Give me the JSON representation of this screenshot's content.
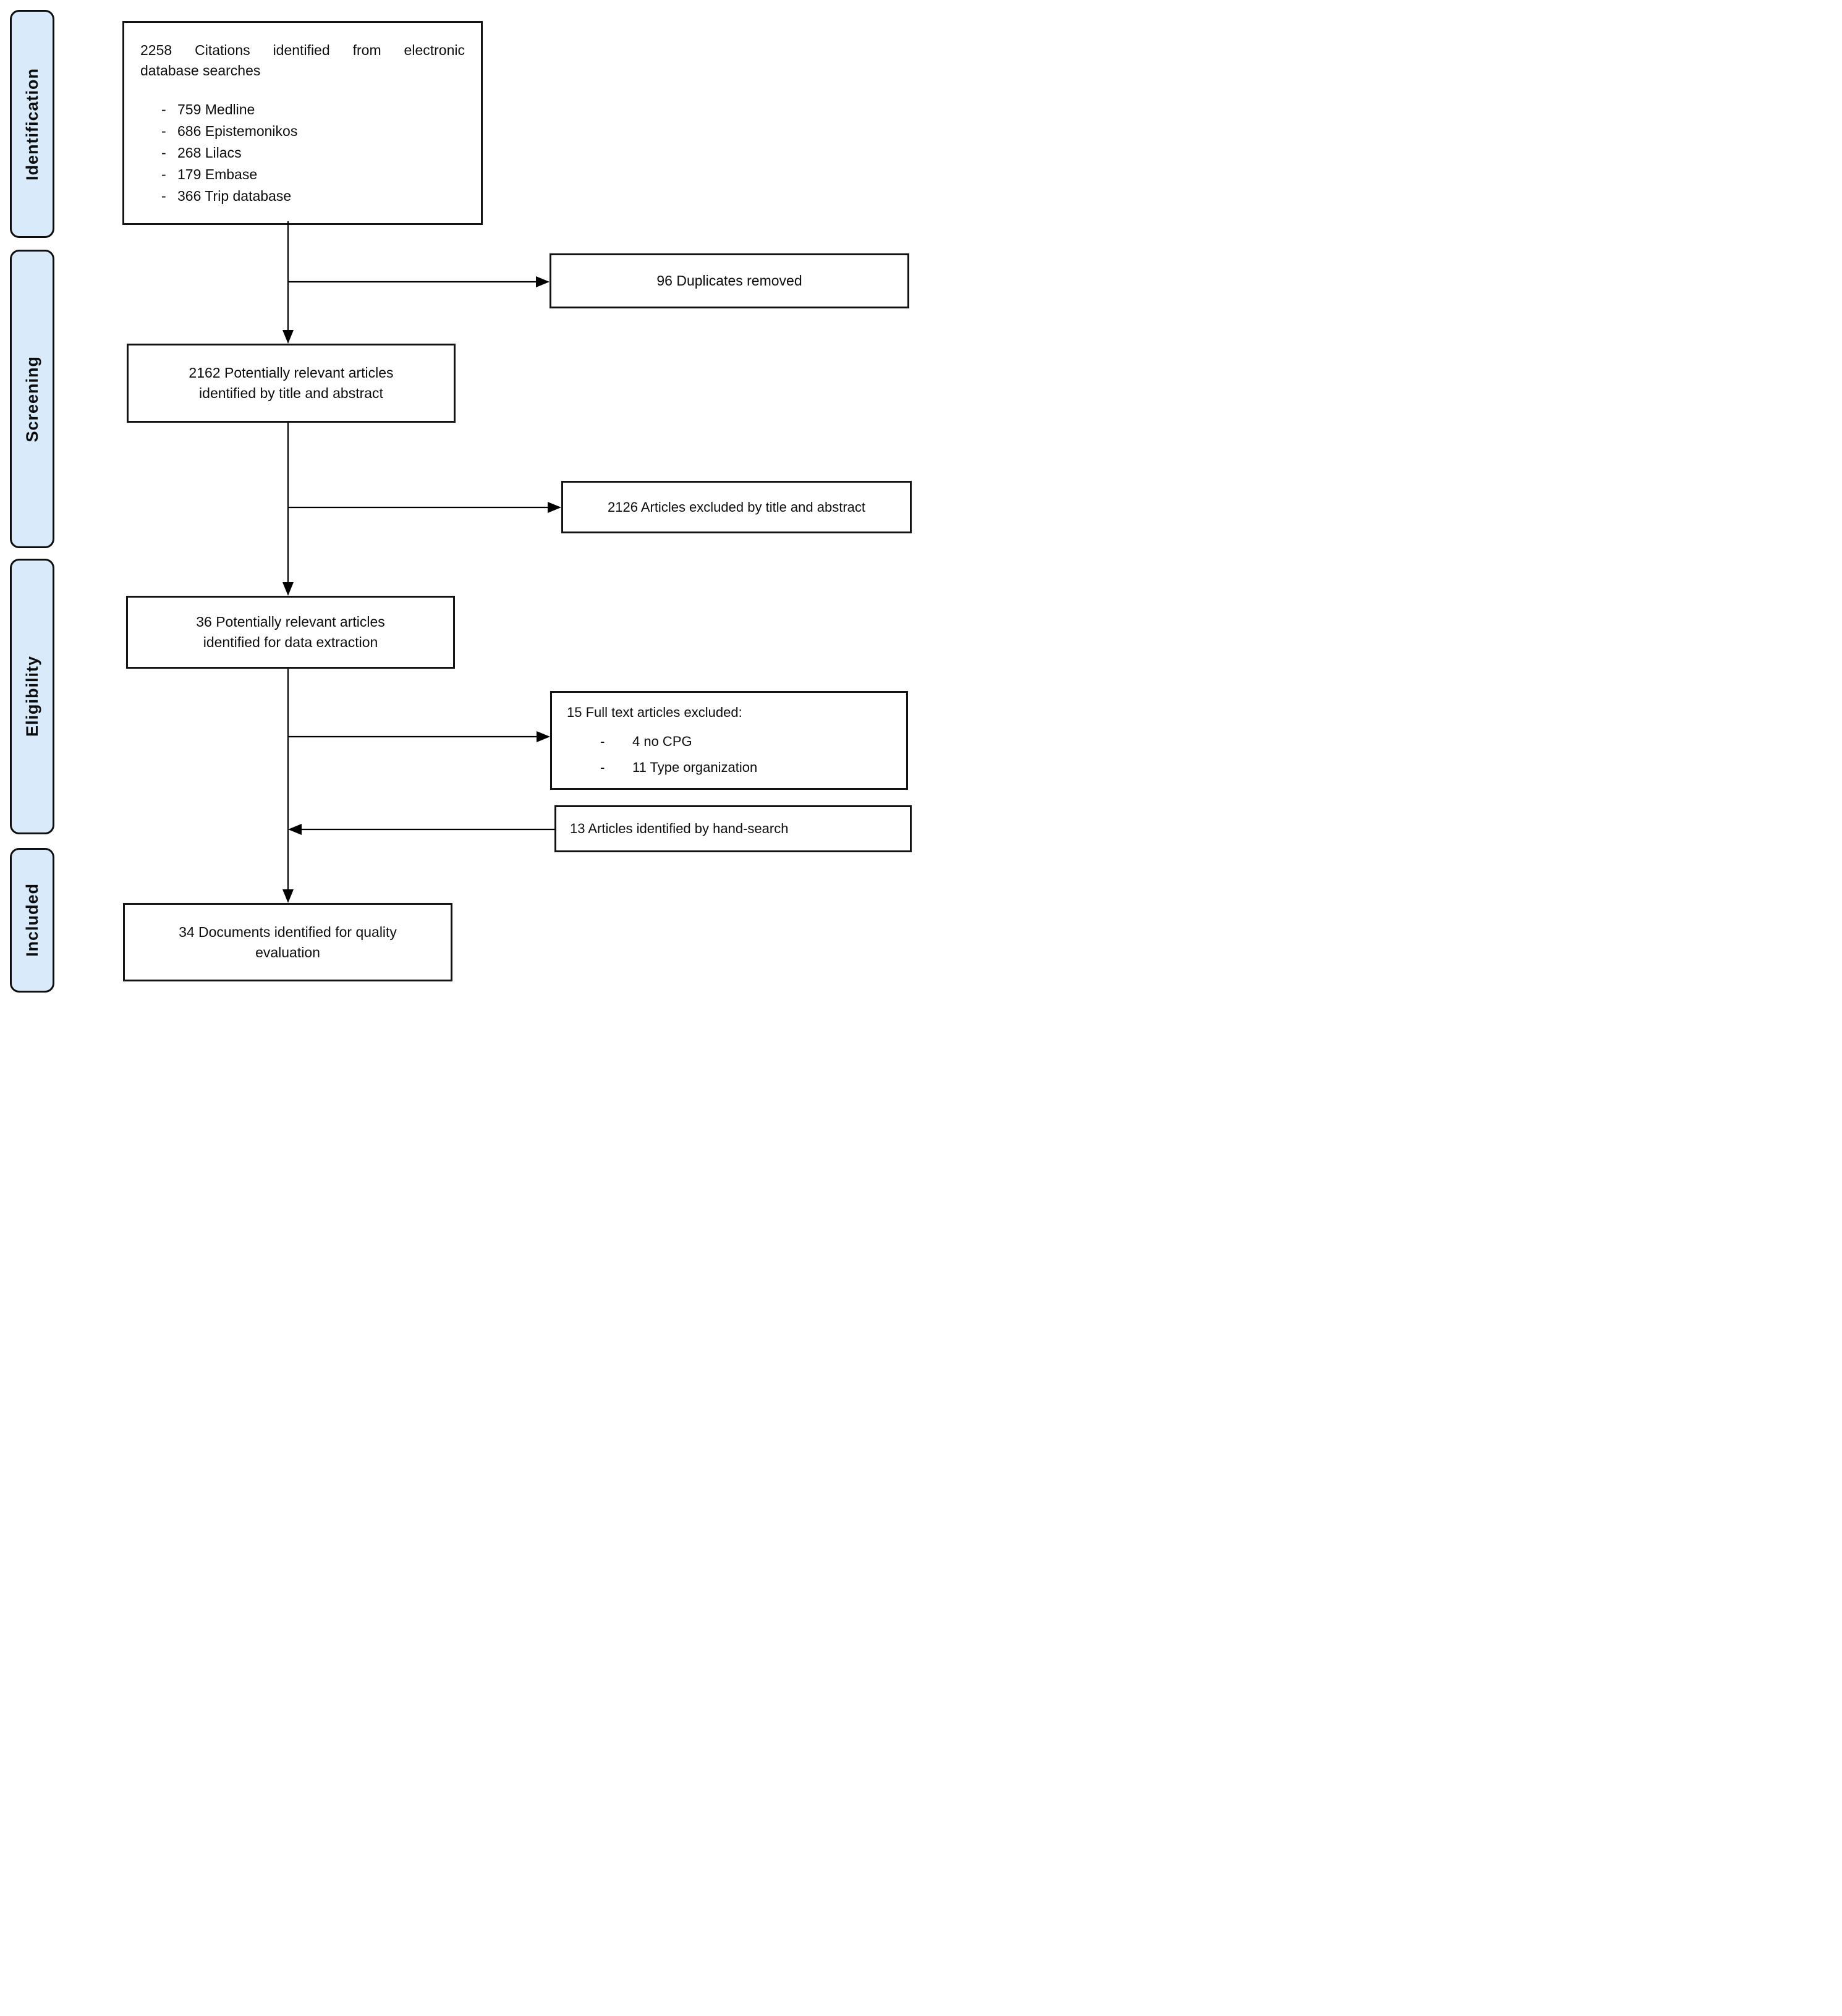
{
  "colors": {
    "stage_fill": "#d9eafb",
    "stage_border": "#0e0e0e",
    "box_border": "#131313",
    "connector": "#000000",
    "text": "#0d0d0d",
    "background": "#ffffff"
  },
  "stages": [
    "Identification",
    "Screening",
    "Eligibility",
    "Included"
  ],
  "boxes": {
    "citations": {
      "title_lines": [
        "2258 Citations identified from electronic",
        "database searches"
      ],
      "bullet": "-",
      "items": [
        "759 Medline",
        "686 Epistemonikos",
        "268 Lilacs",
        "179 Embase",
        "366 Trip database"
      ]
    },
    "duplicates": {
      "text": "96 Duplicates removed"
    },
    "screened": {
      "lines": [
        "2162 Potentially relevant articles",
        "identified by title and abstract"
      ]
    },
    "excluded_title_abstract": {
      "text": "2126 Articles excluded by title and abstract"
    },
    "data_extraction": {
      "lines": [
        "36 Potentially relevant articles",
        "identified for data extraction"
      ]
    },
    "fulltext_excluded": {
      "title": "15 Full text articles excluded:",
      "bullet": "-",
      "items": [
        "4 no CPG",
        "11 Type organization"
      ]
    },
    "handsearch": {
      "text": "13 Articles identified by hand-search"
    },
    "quality": {
      "lines": [
        "34 Documents identified for quality",
        "evaluation"
      ]
    }
  }
}
